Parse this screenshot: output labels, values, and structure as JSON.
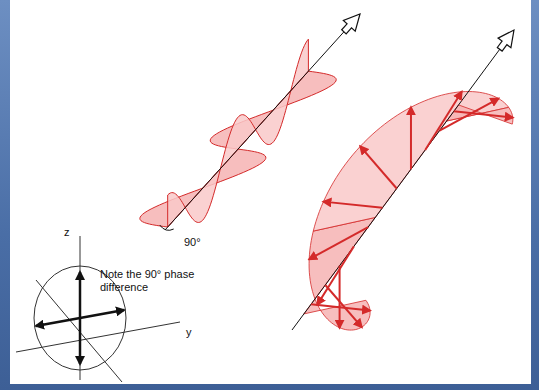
{
  "diagram": {
    "labels": [
      "90°",
      "Note the 90° phase difference",
      "z",
      "y"
    ]
  }
}
